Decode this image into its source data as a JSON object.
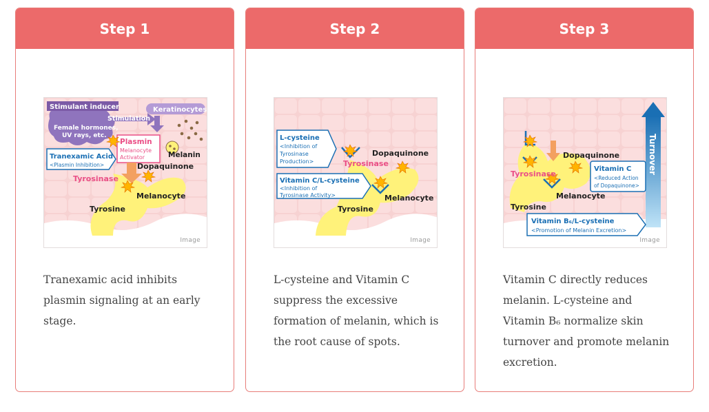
{
  "steps": [
    {
      "title": "Step 1",
      "image_label": "Image",
      "description": "Tranexamic acid inhibits plasmin signaling at an early stage.",
      "figure": {
        "stimulant_inducer": "Stimulant inducer",
        "female_hormones": "Female hormones,",
        "uv_rays": "UV rays, etc.",
        "stimulation": "Stimulation",
        "keratinocytes": "Keratinocytes",
        "plasmin": "Plasmin",
        "melanocyte_activator_1": "Melanocyte",
        "melanocyte_activator_2": "Activator",
        "melanin": "Melanin",
        "tranexamic_acid": "Tranexamic Acid",
        "plasmin_inhibition": "<Plasmin Inhibition>",
        "dopaquinone": "Dopaquinone",
        "tyrosinase": "Tyrosinase",
        "melanocyte": "Melanocyte",
        "tyrosine": "Tyrosine"
      }
    },
    {
      "title": "Step 2",
      "image_label": "Image",
      "description": "L-cysteine and Vitamin C suppress the excessive formation of melanin, which is the root cause of spots.",
      "figure": {
        "l_cysteine": "L-cysteine",
        "inhibition_1": "<Inhibition of",
        "inhibition_2": "Tyrosinase",
        "inhibition_3": "Production>",
        "dopaquinone": "Dopaquinone",
        "tyrosinase": "Tyrosinase",
        "vitamin_c_l_cysteine": "Vitamin C/L-cysteine",
        "activity_1": "<Inhibition of",
        "activity_2": "Tyrosinase Activity>",
        "melanocyte": "Melanocyte",
        "tyrosine": "Tyrosine"
      }
    },
    {
      "title": "Step 3",
      "image_label": "Image",
      "description": "Vitamin C directly reduces melanin. L-cysteine and Vitamin B₆ normalize skin turnover and promote melanin excretion.",
      "figure": {
        "turnover": "Turnover",
        "dopaquinone": "Dopaquinone",
        "tyrosinase": "Tyrosinase",
        "vitamin_c": "Vitamin C",
        "reduced_1": "<Reduced Action",
        "reduced_2": "of Dopaquinone>",
        "melanocyte": "Melanocyte",
        "tyrosine": "Tyrosine",
        "vitamin_b6": "Vitamin B₆/L-cysteine",
        "promotion": "<Promotion of Melanin Excretion>"
      }
    }
  ],
  "colors": {
    "header": "#ec6a6a",
    "border": "#e77c78",
    "skin": "#f7d2d2",
    "melanocyte": "#fff27a",
    "label_blue": "#1a6fb4",
    "tyrosinase_pink": "#ea4f86",
    "stimulant_purple": "#7b5aa6"
  }
}
